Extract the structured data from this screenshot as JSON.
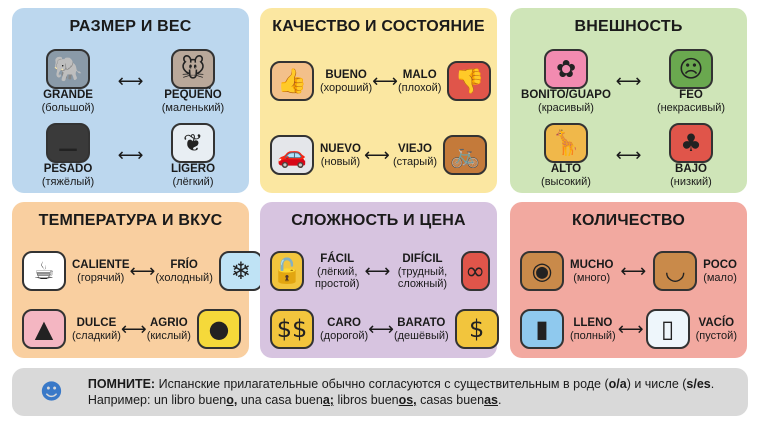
{
  "panels": [
    {
      "title": "РАЗМЕР И ВЕС",
      "color": "#bcd7ee",
      "stacked": true,
      "pairs": [
        {
          "left": {
            "word": "GRANDE",
            "trans": "(большой)",
            "icon": "elephant",
            "icolor": "#8a9aa8"
          },
          "right": {
            "word": "PEQUEÑO",
            "trans": "(маленький)",
            "icon": "mouse",
            "icolor": "#b9a89a"
          }
        },
        {
          "left": {
            "word": "PESADO",
            "trans": "(тяжёлый)",
            "icon": "dumbbell",
            "icolor": "#3a3a3a"
          },
          "right": {
            "word": "LIGERO",
            "trans": "(лёгкий)",
            "icon": "feather",
            "icolor": "#e8eef3"
          }
        }
      ]
    },
    {
      "title": "КАЧЕСТВО И СОСТОЯНИЕ",
      "color": "#fbe7a1",
      "stacked": false,
      "pairs": [
        {
          "left": {
            "word": "BUENO",
            "trans": "(хороший)",
            "icon": "thumbs-up",
            "icolor": "#f3c08a"
          },
          "right": {
            "word": "MALO",
            "trans": "(плохой)",
            "icon": "thumbs-down",
            "icolor": "#e0554a"
          }
        },
        {
          "left": {
            "word": "NUEVO",
            "trans": "(новый)",
            "icon": "car",
            "icolor": "#e4e6ea"
          },
          "right": {
            "word": "VIEJO",
            "trans": "(старый)",
            "icon": "bicycle",
            "icolor": "#c47a3a"
          }
        }
      ]
    },
    {
      "title": "ВНЕШНОСТЬ",
      "color": "#cfe5b8",
      "stacked": true,
      "pairs": [
        {
          "left": {
            "word": "BONITO/GUAPO",
            "trans": "(красивый)",
            "icon": "flower",
            "icolor": "#f28bb0"
          },
          "right": {
            "word": "FEO",
            "trans": "(некрасивый)",
            "icon": "monster",
            "icolor": "#6aa84f"
          }
        },
        {
          "left": {
            "word": "ALTO",
            "trans": "(высокий)",
            "icon": "giraffe",
            "icolor": "#f0b84a"
          },
          "right": {
            "word": "BAJO",
            "trans": "(низкий)",
            "icon": "mushroom",
            "icolor": "#e0554a"
          }
        }
      ]
    },
    {
      "title": "ТЕМПЕРАТУРА И ВКУС",
      "color": "#f9cfa0",
      "stacked": false,
      "pairs": [
        {
          "left": {
            "word": "CALIENTE",
            "trans": "(горячий)",
            "icon": "hot-cup",
            "icolor": "#ffffff"
          },
          "right": {
            "word": "FRÍO",
            "trans": "(холодный)",
            "icon": "ice-cube",
            "icolor": "#bfe3f5"
          }
        },
        {
          "left": {
            "word": "DULCE",
            "trans": "(сладкий)",
            "icon": "cake",
            "icolor": "#f4b6c2"
          },
          "right": {
            "word": "AGRIO",
            "trans": "(кислый)",
            "icon": "lemon",
            "icolor": "#f5d93a"
          }
        }
      ]
    },
    {
      "title": "СЛОЖНОСТЬ И ЦЕНА",
      "color": "#d7c4e0",
      "stacked": false,
      "pairs": [
        {
          "left": {
            "word": "FÁCIL",
            "trans": "(лёгкий, простой)",
            "icon": "open-lock",
            "icolor": "#f2c53d"
          },
          "right": {
            "word": "DIFÍCIL",
            "trans": "(трудный, сложный)",
            "icon": "knot",
            "icolor": "#e0554a"
          }
        },
        {
          "left": {
            "word": "CARO",
            "trans": "(дорогой)",
            "icon": "coins",
            "icolor": "#f2c53d"
          },
          "right": {
            "word": "BARATO",
            "trans": "(дешёвый)",
            "icon": "coin",
            "icolor": "#f2c53d"
          }
        }
      ]
    },
    {
      "title": "КОЛИЧЕСТВО",
      "color": "#f2a9a0",
      "stacked": false,
      "pairs": [
        {
          "left": {
            "word": "MUCHO",
            "trans": "(много)",
            "icon": "full-basket",
            "icolor": "#c98a4a"
          },
          "right": {
            "word": "POCO",
            "trans": "(мало)",
            "icon": "basket",
            "icolor": "#c98a4a"
          }
        },
        {
          "left": {
            "word": "LLENO",
            "trans": "(полный)",
            "icon": "full-glass",
            "icolor": "#8fc9ee"
          },
          "right": {
            "word": "VACÍO",
            "trans": "(пустой)",
            "icon": "empty-glass",
            "icolor": "#eef6fb"
          }
        }
      ]
    }
  ],
  "banner": {
    "label": "ПОМНИТЕ:",
    "t1": " Испанские прилагательные обычно согласуются с существительным в роде (",
    "b1": "o/a",
    "t2": ") и числе (",
    "b2": "s/es",
    "t3": ". Например: un libro buen",
    "u1": "o,",
    "t4": " una casa buen",
    "u2": "a;",
    "t5": " libros buen",
    "u3": "os,",
    "t6": " casas buen",
    "u4": "as",
    ".": ".",
    "end": "."
  },
  "colors": {
    "banner": "#d9d9d9"
  }
}
